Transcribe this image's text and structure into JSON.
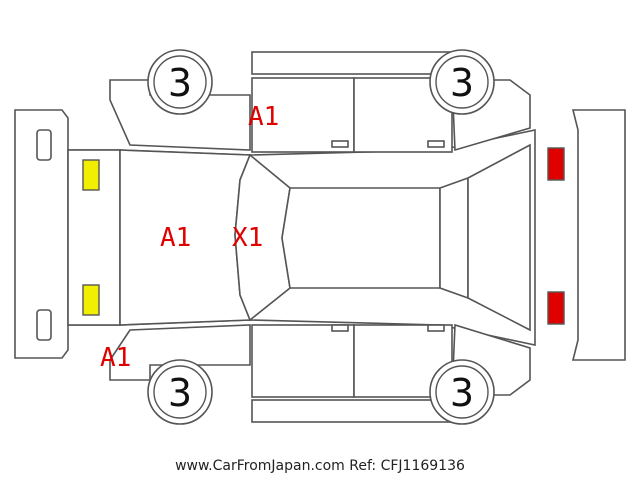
{
  "tire_labels": {
    "front_left": "3",
    "front_right": "3",
    "rear_left": "3",
    "rear_right": "3"
  },
  "damage_marks": {
    "door_top": "A1",
    "hood": "A1",
    "windshield": "X1",
    "front_bumper_corner": "A1"
  },
  "colors": {
    "damage_text": "#e00000",
    "front_lamp": "#f2ee00",
    "rear_lamp": "#e00000",
    "outline": "#555555"
  },
  "footer": {
    "watermark": "www.CarFromJapan.com Ref: CFJ1169136"
  }
}
